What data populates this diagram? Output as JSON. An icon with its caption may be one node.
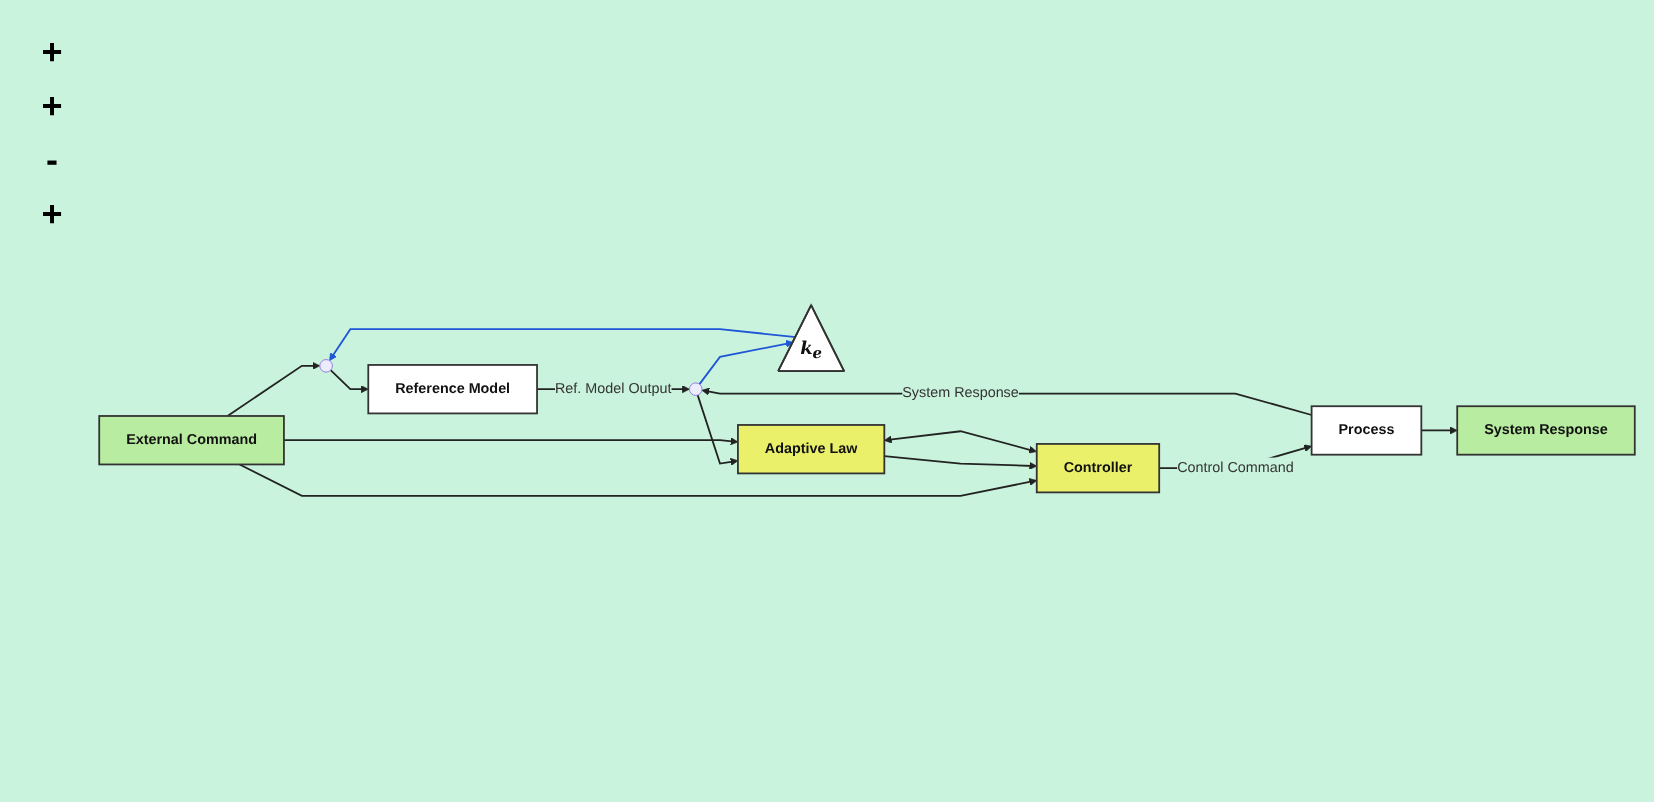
{
  "diagram": {
    "nodes": [
      {
        "text": [
          "External Command"
        ]
      },
      {
        "text": [],
        "shape": "circle"
      },
      {
        "text": [
          "Reference Model"
        ]
      },
      {
        "text": [],
        "shape": "circle"
      },
      {
        "text": [
          "k$_{e}$"
        ]
      },
      {
        "text": [
          "Adaptive Law"
        ]
      },
      {
        "text": [
          "Controller"
        ]
      },
      {
        "text": [
          "Process"
        ]
      },
      {
        "text": [
          "System Response"
        ]
      }
    ],
    "edges": [
      {
        "from": 0,
        "to": 1,
        "arrow": "to"
      },
      {
        "from": 1,
        "to": 2,
        "arrow": "to"
      },
      {
        "from": 2,
        "to": 3,
        "arrow": "to",
        "label": "Ref. Model Output"
      },
      {
        "from": 3,
        "to": 4,
        "arrow": "to",
        "color": "#1f55d6"
      },
      {
        "from": 4,
        "to": 1,
        "arrow": "to",
        "color": "#1f55d6"
      },
      {
        "from": 3,
        "to": 5,
        "arrow": "to"
      },
      {
        "from": 0,
        "to": 5,
        "arrow": "to"
      },
      {
        "from": 0,
        "to": 6,
        "arrow": "to"
      },
      {
        "from": 5,
        "to": 6,
        "arrow": "to"
      },
      {
        "from": 6,
        "to": 7,
        "arrow": "to",
        "label": "Control Command"
      },
      {
        "from": 7,
        "to": 8,
        "arrow": "to"
      },
      {
        "from": 7,
        "to": 3,
        "arrow": "to",
        "label": "System Response"
      },
      {
        "from": 6,
        "to": 5,
        "arrow": "both"
      }
    ],
    "labels": [
      "+",
      "+",
      "-",
      "+"
    ]
  }
}
